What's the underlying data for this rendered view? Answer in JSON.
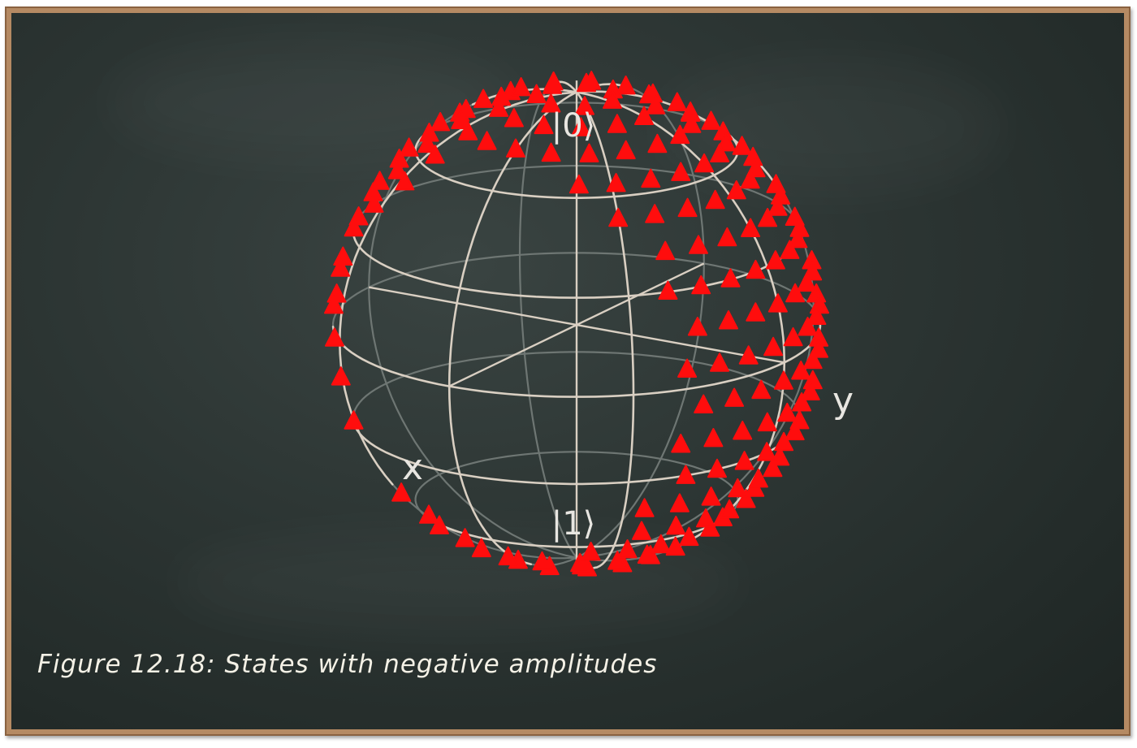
{
  "caption": "Figure 12.18: States with negative amplitudes",
  "sphere": {
    "label_top": "|0⟩",
    "label_bottom": "|1⟩",
    "label_x": "x",
    "label_y": "y",
    "marker": "triangle",
    "marker_color": "#ff0d0d",
    "wire_color": "#d9cfc2",
    "wire_color_back": "#6e7673"
  }
}
